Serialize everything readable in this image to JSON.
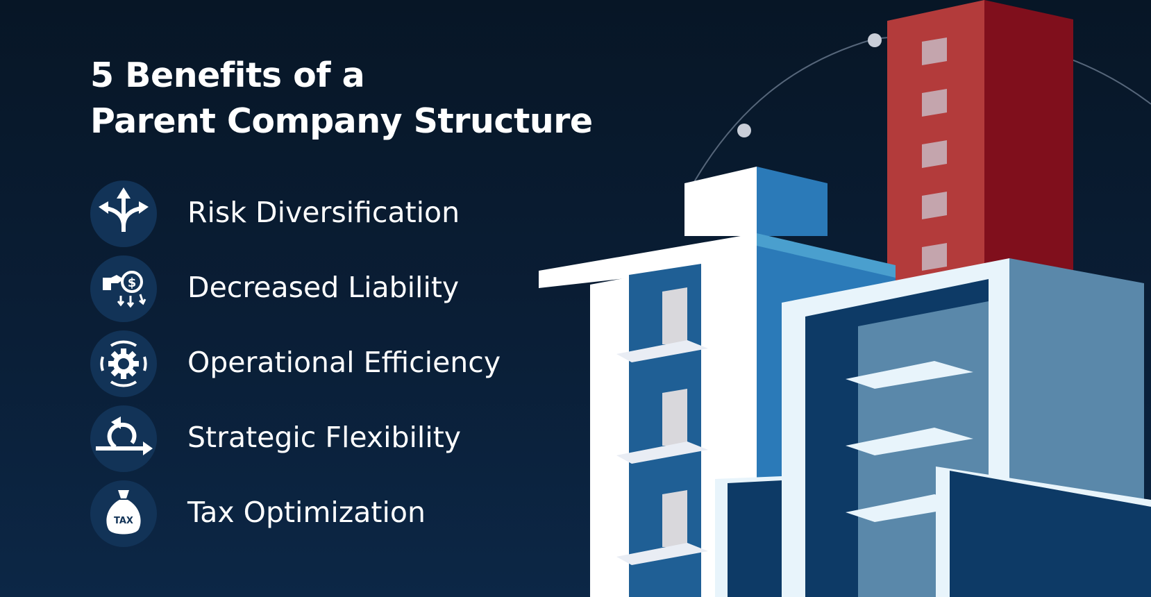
{
  "title": {
    "line1": "5 Benefits of a",
    "line2": "Parent Company Structure"
  },
  "benefits": [
    {
      "label": "Risk Diversification",
      "icon": "diverging-arrows-icon"
    },
    {
      "label": "Decreased Liability",
      "icon": "hand-dollar-arrows-icon"
    },
    {
      "label": "Operational Efficiency",
      "icon": "gear-cycle-icon"
    },
    {
      "label": "Strategic Flexibility",
      "icon": "loop-arrow-icon"
    },
    {
      "label": "Tax Optimization",
      "icon": "tax-money-bag-icon"
    }
  ],
  "tax_bag_text": "TAX",
  "colors": {
    "background": "#071626",
    "icon_badge": "#123357",
    "text": "#ffffff",
    "red_tower": "#b33b3b",
    "blue_building": "#2b7ab8",
    "light_building": "#5a88aa"
  }
}
